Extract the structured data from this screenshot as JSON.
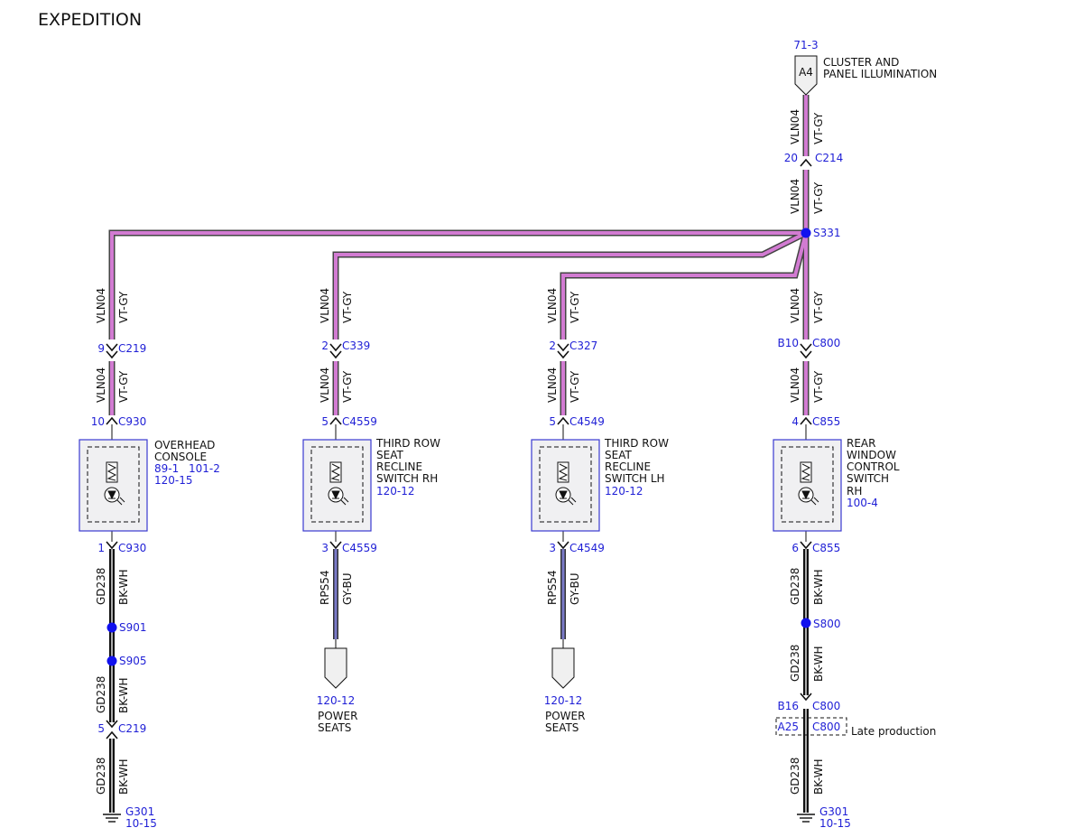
{
  "title": "EXPEDITION",
  "colors": {
    "vt_gy": "#d27bd2",
    "bk_wh": "#111111",
    "gy_bu": "#7a7ac8",
    "ref_blue": "#1f1fd6",
    "module_border": "#3a3ad0",
    "splice": "#1111ee"
  },
  "top_connector": {
    "ref": "71-3",
    "pin": "A4",
    "label_line1": "CLUSTER AND",
    "label_line2": "PANEL ILLUMINATION"
  },
  "wires": {
    "vln04": "VLN04",
    "vt_gy": "VT-GY",
    "gd238": "GD238",
    "bk_wh": "BK-WH",
    "rps54": "RPS54",
    "gy_bu": "GY-BU"
  },
  "splices": {
    "s331": "S331",
    "s901": "S901",
    "s905": "S905",
    "s800": "S800"
  },
  "c214": {
    "pin": "20",
    "name": "C214"
  },
  "col1": {
    "c219_top": {
      "pin": "9",
      "name": "C219"
    },
    "c930_top": {
      "pin": "10",
      "name": "C930"
    },
    "module": {
      "line1": "OVERHEAD",
      "line2": "CONSOLE",
      "ref1": "89-1",
      "ref2": "101-2",
      "ref3": "120-15"
    },
    "c930_bot": {
      "pin": "1",
      "name": "C930"
    },
    "c219_bot": {
      "pin": "5",
      "name": "C219"
    },
    "ground": {
      "name": "G301",
      "ref": "10-15"
    }
  },
  "col2": {
    "c339": {
      "pin": "2",
      "name": "C339"
    },
    "c4559_top": {
      "pin": "5",
      "name": "C4559"
    },
    "module": {
      "line1": "THIRD ROW",
      "line2": "SEAT",
      "line3": "RECLINE",
      "line4": "SWITCH RH",
      "ref": "120-12"
    },
    "c4559_bot": {
      "pin": "3",
      "name": "C4559"
    },
    "dest": {
      "ref": "120-12",
      "line1": "POWER",
      "line2": "SEATS"
    }
  },
  "col3": {
    "c327": {
      "pin": "2",
      "name": "C327"
    },
    "c4549_top": {
      "pin": "5",
      "name": "C4549"
    },
    "module": {
      "line1": "THIRD ROW",
      "line2": "SEAT",
      "line3": "RECLINE",
      "line4": "SWITCH LH",
      "ref": "120-12"
    },
    "c4549_bot": {
      "pin": "3",
      "name": "C4549"
    },
    "dest": {
      "ref": "120-12",
      "line1": "POWER",
      "line2": "SEATS"
    }
  },
  "col4": {
    "c800_top": {
      "pin": "B10",
      "name": "C800"
    },
    "c855_top": {
      "pin": "4",
      "name": "C855"
    },
    "module": {
      "line1": "REAR",
      "line2": "WINDOW",
      "line3": "CONTROL",
      "line4": "SWITCH",
      "line5": "RH",
      "ref": "100-4"
    },
    "c855_bot": {
      "pin": "6",
      "name": "C855"
    },
    "c800_bot": {
      "pin": "B16",
      "name": "C800"
    },
    "c800_late": {
      "pin": "A25",
      "name": "C800",
      "note": "Late production"
    },
    "ground": {
      "name": "G301",
      "ref": "10-15"
    }
  }
}
